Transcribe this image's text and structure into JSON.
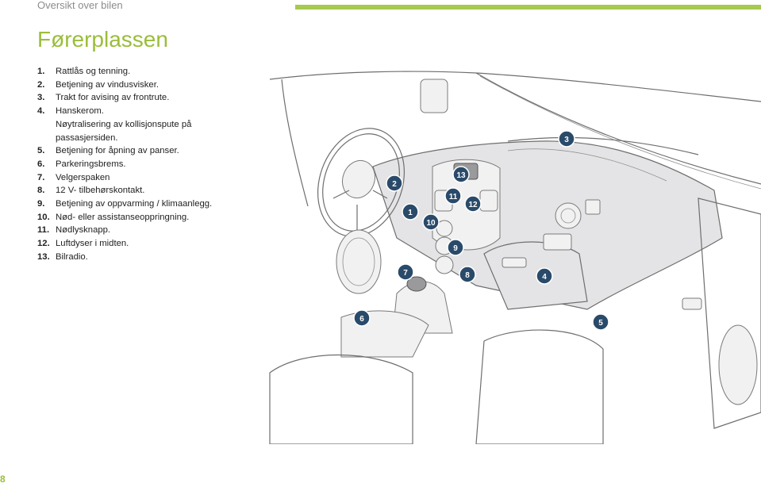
{
  "header": {
    "section_label": "Oversikt over bilen",
    "accent_color": "#a6c950"
  },
  "title": "Førerplassen",
  "legend": [
    {
      "num": "1.",
      "text": "Rattlås og tenning."
    },
    {
      "num": "2.",
      "text": "Betjening av vindusvisker."
    },
    {
      "num": "3.",
      "text": "Trakt for avising av frontrute."
    },
    {
      "num": "4.",
      "text": "Hanskerom."
    },
    {
      "num": "",
      "text": "Nøytralisering av kollisjonspute på passasjersiden."
    },
    {
      "num": "5.",
      "text": "Betjening for åpning av panser."
    },
    {
      "num": "6.",
      "text": "Parkeringsbrems."
    },
    {
      "num": "7.",
      "text": "Velgerspaken"
    },
    {
      "num": "8.",
      "text": "12 V- tilbehørskontakt."
    },
    {
      "num": "9.",
      "text": "Betjening av oppvarming / klimaanlegg."
    },
    {
      "num": "10.",
      "text": "Nød- eller assistanseoppringning."
    },
    {
      "num": "11.",
      "text": "Nødlysknapp."
    },
    {
      "num": "12.",
      "text": "Luftdyser i midten."
    },
    {
      "num": "13.",
      "text": "Bilradio."
    }
  ],
  "callouts": [
    "1",
    "2",
    "3",
    "4",
    "5",
    "6",
    "7",
    "8",
    "9",
    "10",
    "11",
    "12",
    "13"
  ],
  "page_number": "8",
  "colors": {
    "title": "#9bbd3a",
    "callout_fill": "#2a4a6a"
  }
}
